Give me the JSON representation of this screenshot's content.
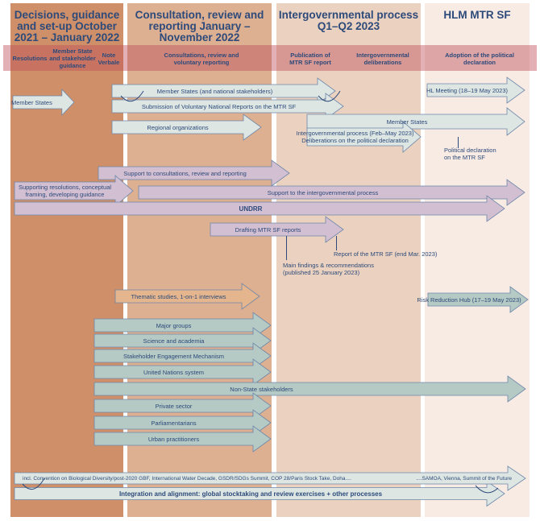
{
  "phases": [
    {
      "title": "Decisions, guidance and set-up October 2021 – January 2022",
      "color": "#cf9069"
    },
    {
      "title": "Consultation, review and reporting January – November 2022",
      "color": "#ddb092"
    },
    {
      "title": "Intergovernmental process Q1–Q2 2023",
      "color": "#ebd2c0"
    },
    {
      "title": "HLM MTR SF",
      "color": "#f7ebe4"
    }
  ],
  "milestones": [
    "Resolutions",
    "Member State and stakeholder guidance",
    "Note Verbale",
    "Consultations, review and voluntary reporting",
    "Publication of MTR SF report",
    "Intergovernmental deliberations",
    "Adoption of the political declaration"
  ],
  "arrows": {
    "member_states_setup": "Member States",
    "ms_national": "Member States (and national stakeholders)",
    "vnr": "Submission of Voluntary National Reports on the MTR SF",
    "regional": "Regional organizations",
    "member_states_ig": "Member States",
    "ig_process": "Intergovernmental process (Feb–May 2023)\nDeliberations on the political declaration",
    "hl_meeting": "HL Meeting (18–19 May 2023)",
    "support_consult": "Support to consultations, review and reporting",
    "supporting_res": "Supporting resolutions, conceptual\nframing, developing guidance",
    "support_ig": "Support to the intergovernmental process",
    "undrr": "UNDRR",
    "drafting": "Drafting MTR SF reports",
    "thematic": "Thematic studies, 1-on-1 interviews",
    "rrh": "Risk Reduction Hub (17–19 May 2023)",
    "major_groups": "Major groups",
    "science": "Science and academia",
    "sem": "Stakeholder Engagement Mechanism",
    "un_system": "United Nations system",
    "non_state": "Non-State stakeholders",
    "private": "Private sector",
    "parliamentarians": "Parliamentarians",
    "urban": "Urban practitioners",
    "incl_left": "incl. Convention on Biological Diversity/post-2020 GBF, International Water Decade, GSDR/SDGs Summit, COP 28/Paris Stock Take, Doha....",
    "incl_right": "....SAMOA, Vienna, Summit of the Future",
    "integration": "Integration and alignment: global stocktaking and review exercises + other processes"
  },
  "notes": {
    "political_declaration": "Political declaration\non the MTR SF",
    "report": "Report of the MTR SF (end Mar. 2023)",
    "main_findings": "Main findings & recommendations\n(published 25 January 2023)"
  },
  "colors": {
    "text": "#2d4a7a",
    "light": "#dde6e3",
    "lilac": "#d3bfd2",
    "orange": "#e5b68e",
    "teal": "#b5c9c5",
    "stroke": "#6d86a8"
  }
}
